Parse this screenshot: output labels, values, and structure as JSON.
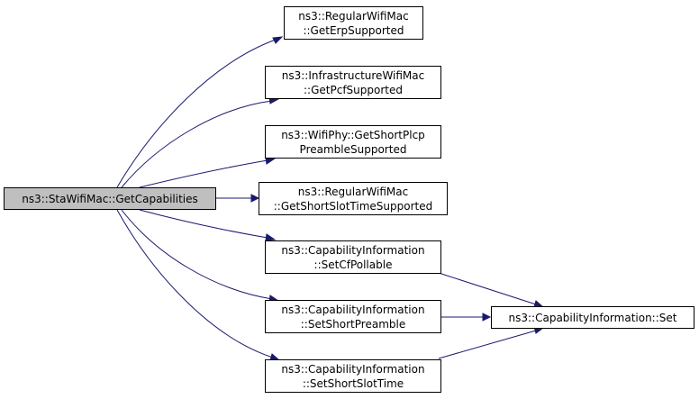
{
  "graph": {
    "edge_color": "#191970",
    "root_fill": "#bfbfbf",
    "node_fill": "#ffffff",
    "root": {
      "label": "ns3::StaWifiMac::GetCapabilities"
    },
    "callees": [
      {
        "line1": "ns3::RegularWifiMac",
        "line2": "::GetErpSupported"
      },
      {
        "line1": "ns3::InfrastructureWifiMac",
        "line2": "::GetPcfSupported"
      },
      {
        "line1": "ns3::WifiPhy::GetShortPlcp",
        "line2": "PreambleSupported"
      },
      {
        "line1": "ns3::RegularWifiMac",
        "line2": "::GetShortSlotTimeSupported"
      },
      {
        "line1": "ns3::CapabilityInformation",
        "line2": "::SetCfPollable"
      },
      {
        "line1": "ns3::CapabilityInformation",
        "line2": "::SetShortPreamble"
      },
      {
        "line1": "ns3::CapabilityInformation",
        "line2": "::SetShortSlotTime"
      }
    ],
    "leaf": {
      "label": "ns3::CapabilityInformation::Set"
    }
  }
}
